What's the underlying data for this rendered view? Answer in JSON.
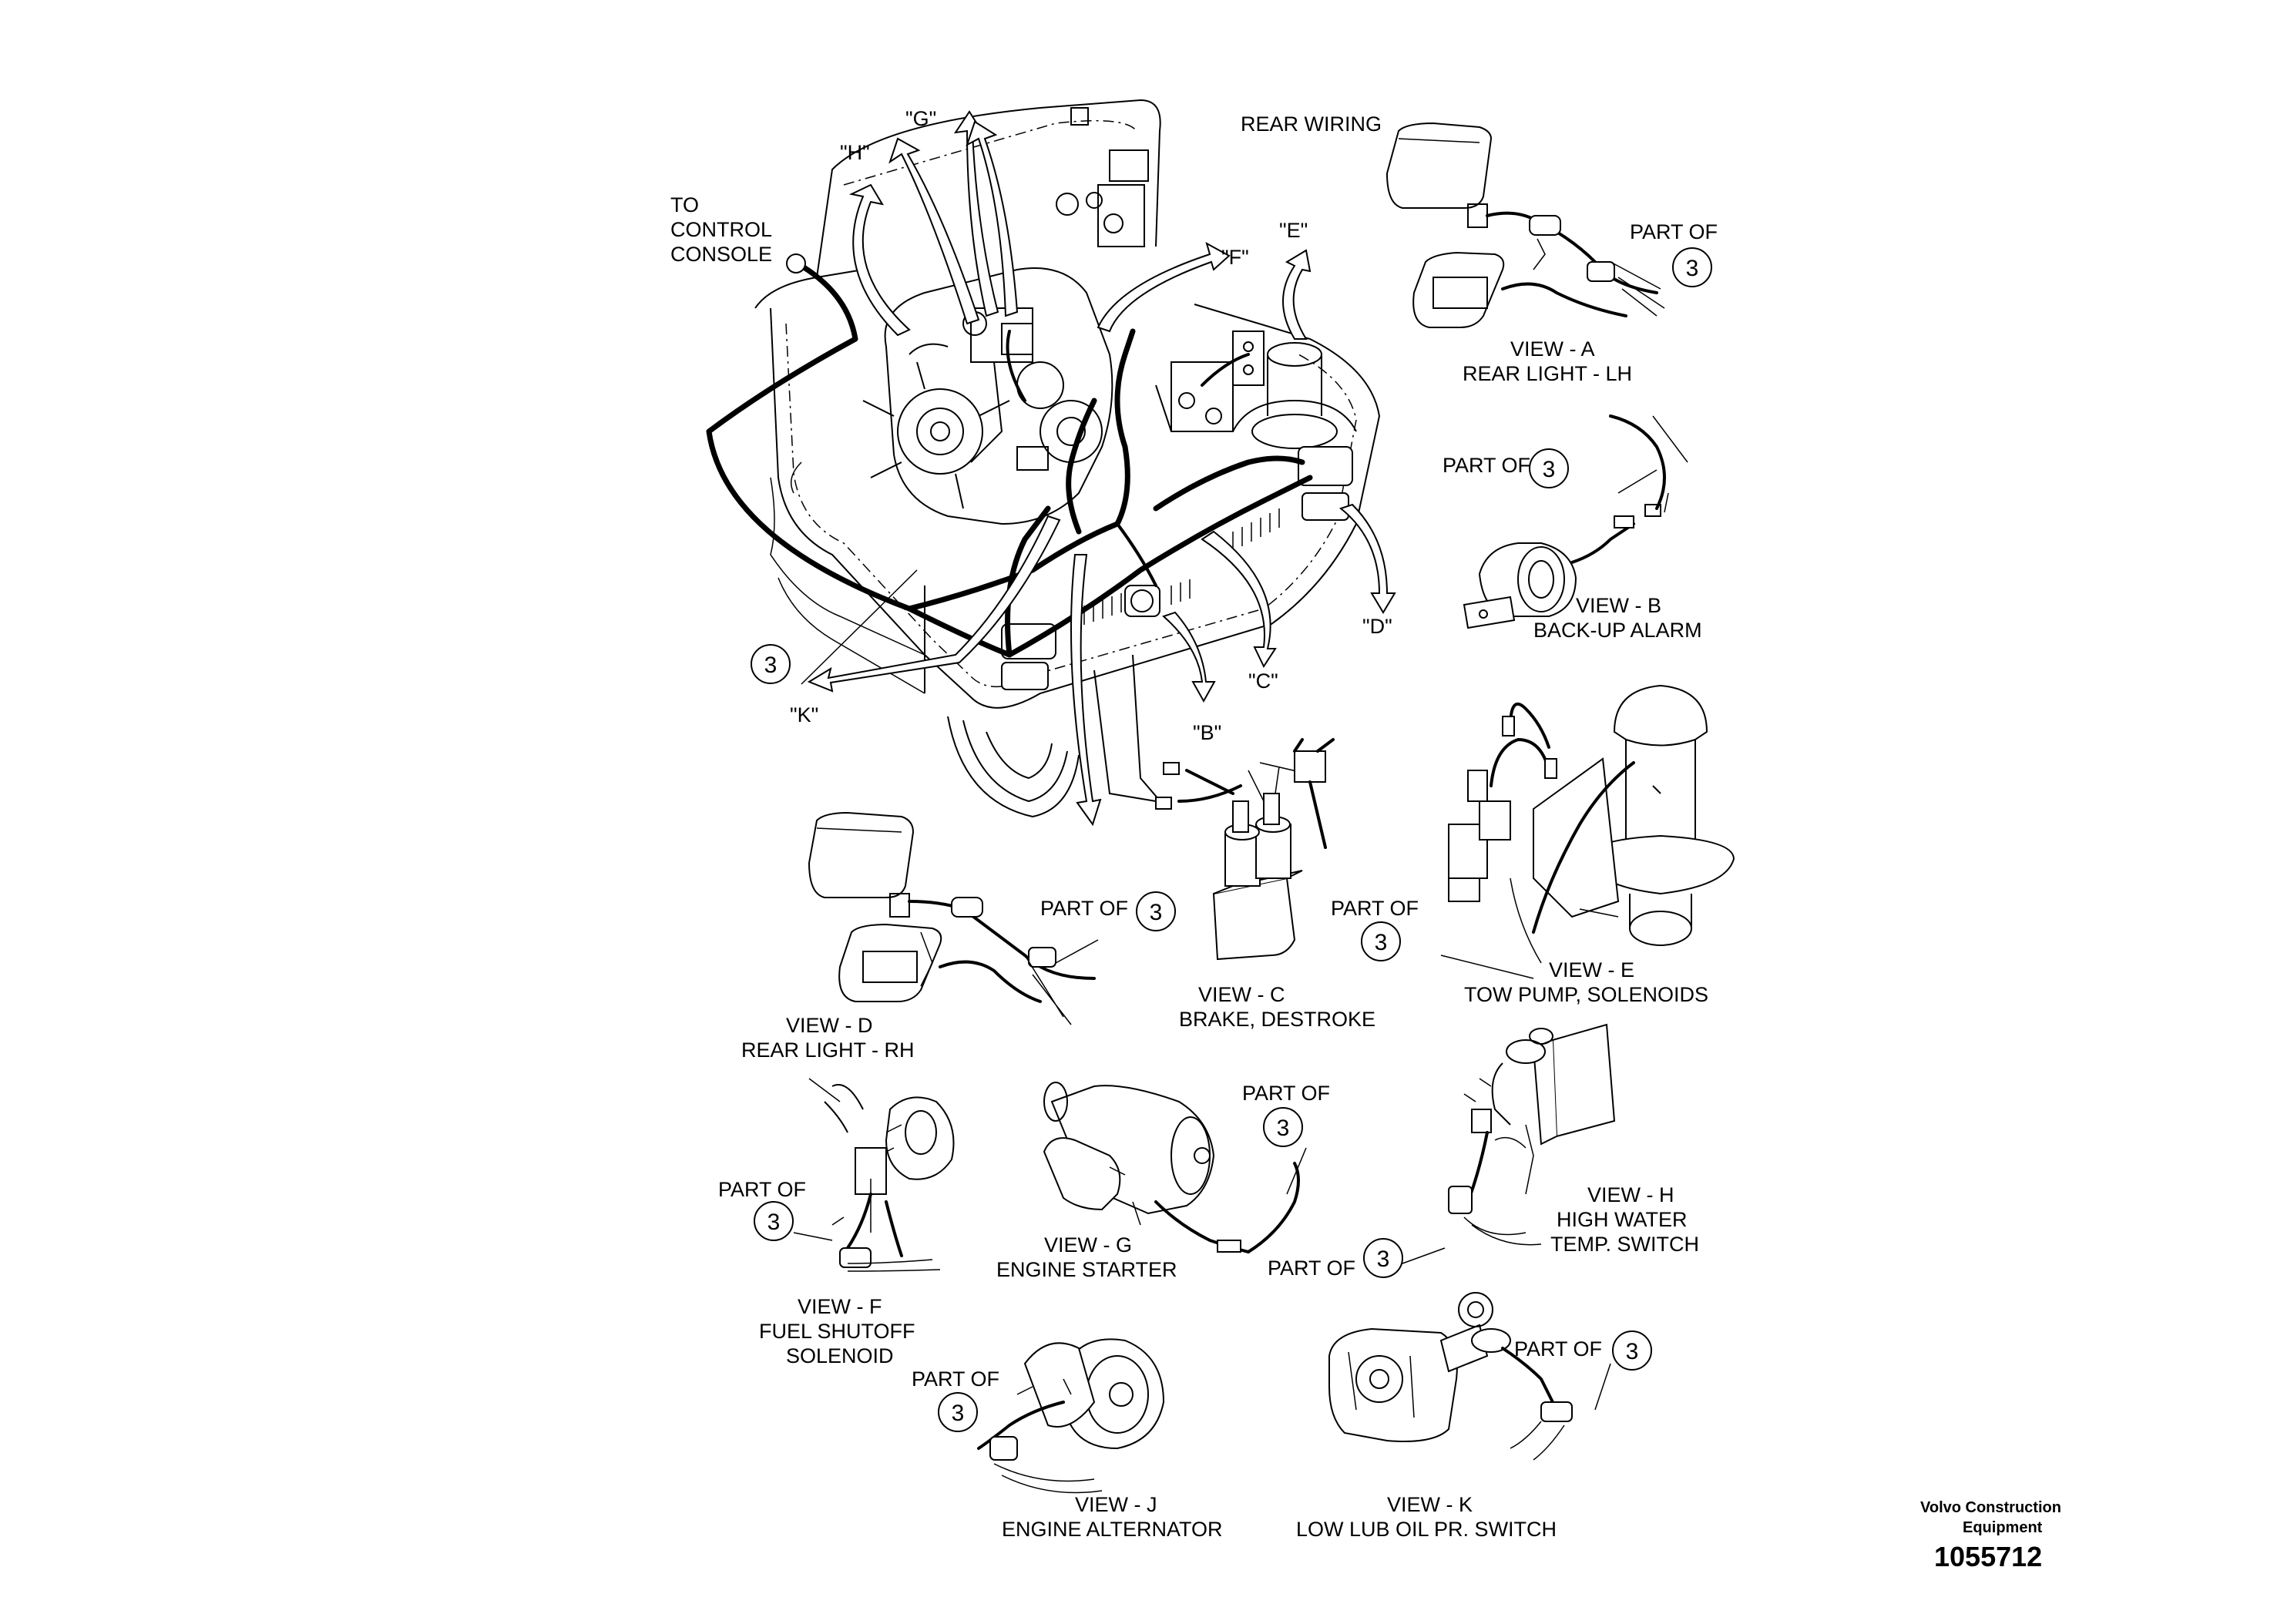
{
  "labels": {
    "to_control_console_1": "TO",
    "to_control_console_2": "CONTROL",
    "to_control_console_3": "CONSOLE",
    "rear_wiring": "REAR WIRING",
    "part_of": "PART OF"
  },
  "callout_number": "3",
  "refs": {
    "g": "\"G\"",
    "h": "\"H\"",
    "f": "\"F\"",
    "e": "\"E\"",
    "d": "\"D\"",
    "c": "\"C\"",
    "b": "\"B\"",
    "k": "\"K\""
  },
  "views": {
    "a": {
      "title": "VIEW - A",
      "subtitle": "REAR LIGHT - LH"
    },
    "b": {
      "title": "VIEW - B",
      "subtitle": "BACK-UP ALARM"
    },
    "c": {
      "title": "VIEW - C",
      "subtitle": "BRAKE, DESTROKE"
    },
    "d": {
      "title": "VIEW - D",
      "subtitle": "REAR LIGHT - RH"
    },
    "e": {
      "title": "VIEW - E",
      "subtitle": "TOW PUMP, SOLENOIDS"
    },
    "f": {
      "title": "VIEW - F",
      "subtitle_1": "FUEL SHUTOFF",
      "subtitle_2": "SOLENOID"
    },
    "g": {
      "title": "VIEW - G",
      "subtitle": "ENGINE STARTER"
    },
    "h": {
      "title": "VIEW - H",
      "subtitle_1": "HIGH WATER",
      "subtitle_2": "TEMP. SWITCH"
    },
    "j": {
      "title": "VIEW - J",
      "subtitle": "ENGINE ALTERNATOR"
    },
    "k": {
      "title": "VIEW - K",
      "subtitle": "LOW LUB OIL PR. SWITCH"
    }
  },
  "footer": {
    "brand_line_1": "Volvo Construction",
    "brand_line_2": "Equipment",
    "drawing_number": "1055712"
  }
}
